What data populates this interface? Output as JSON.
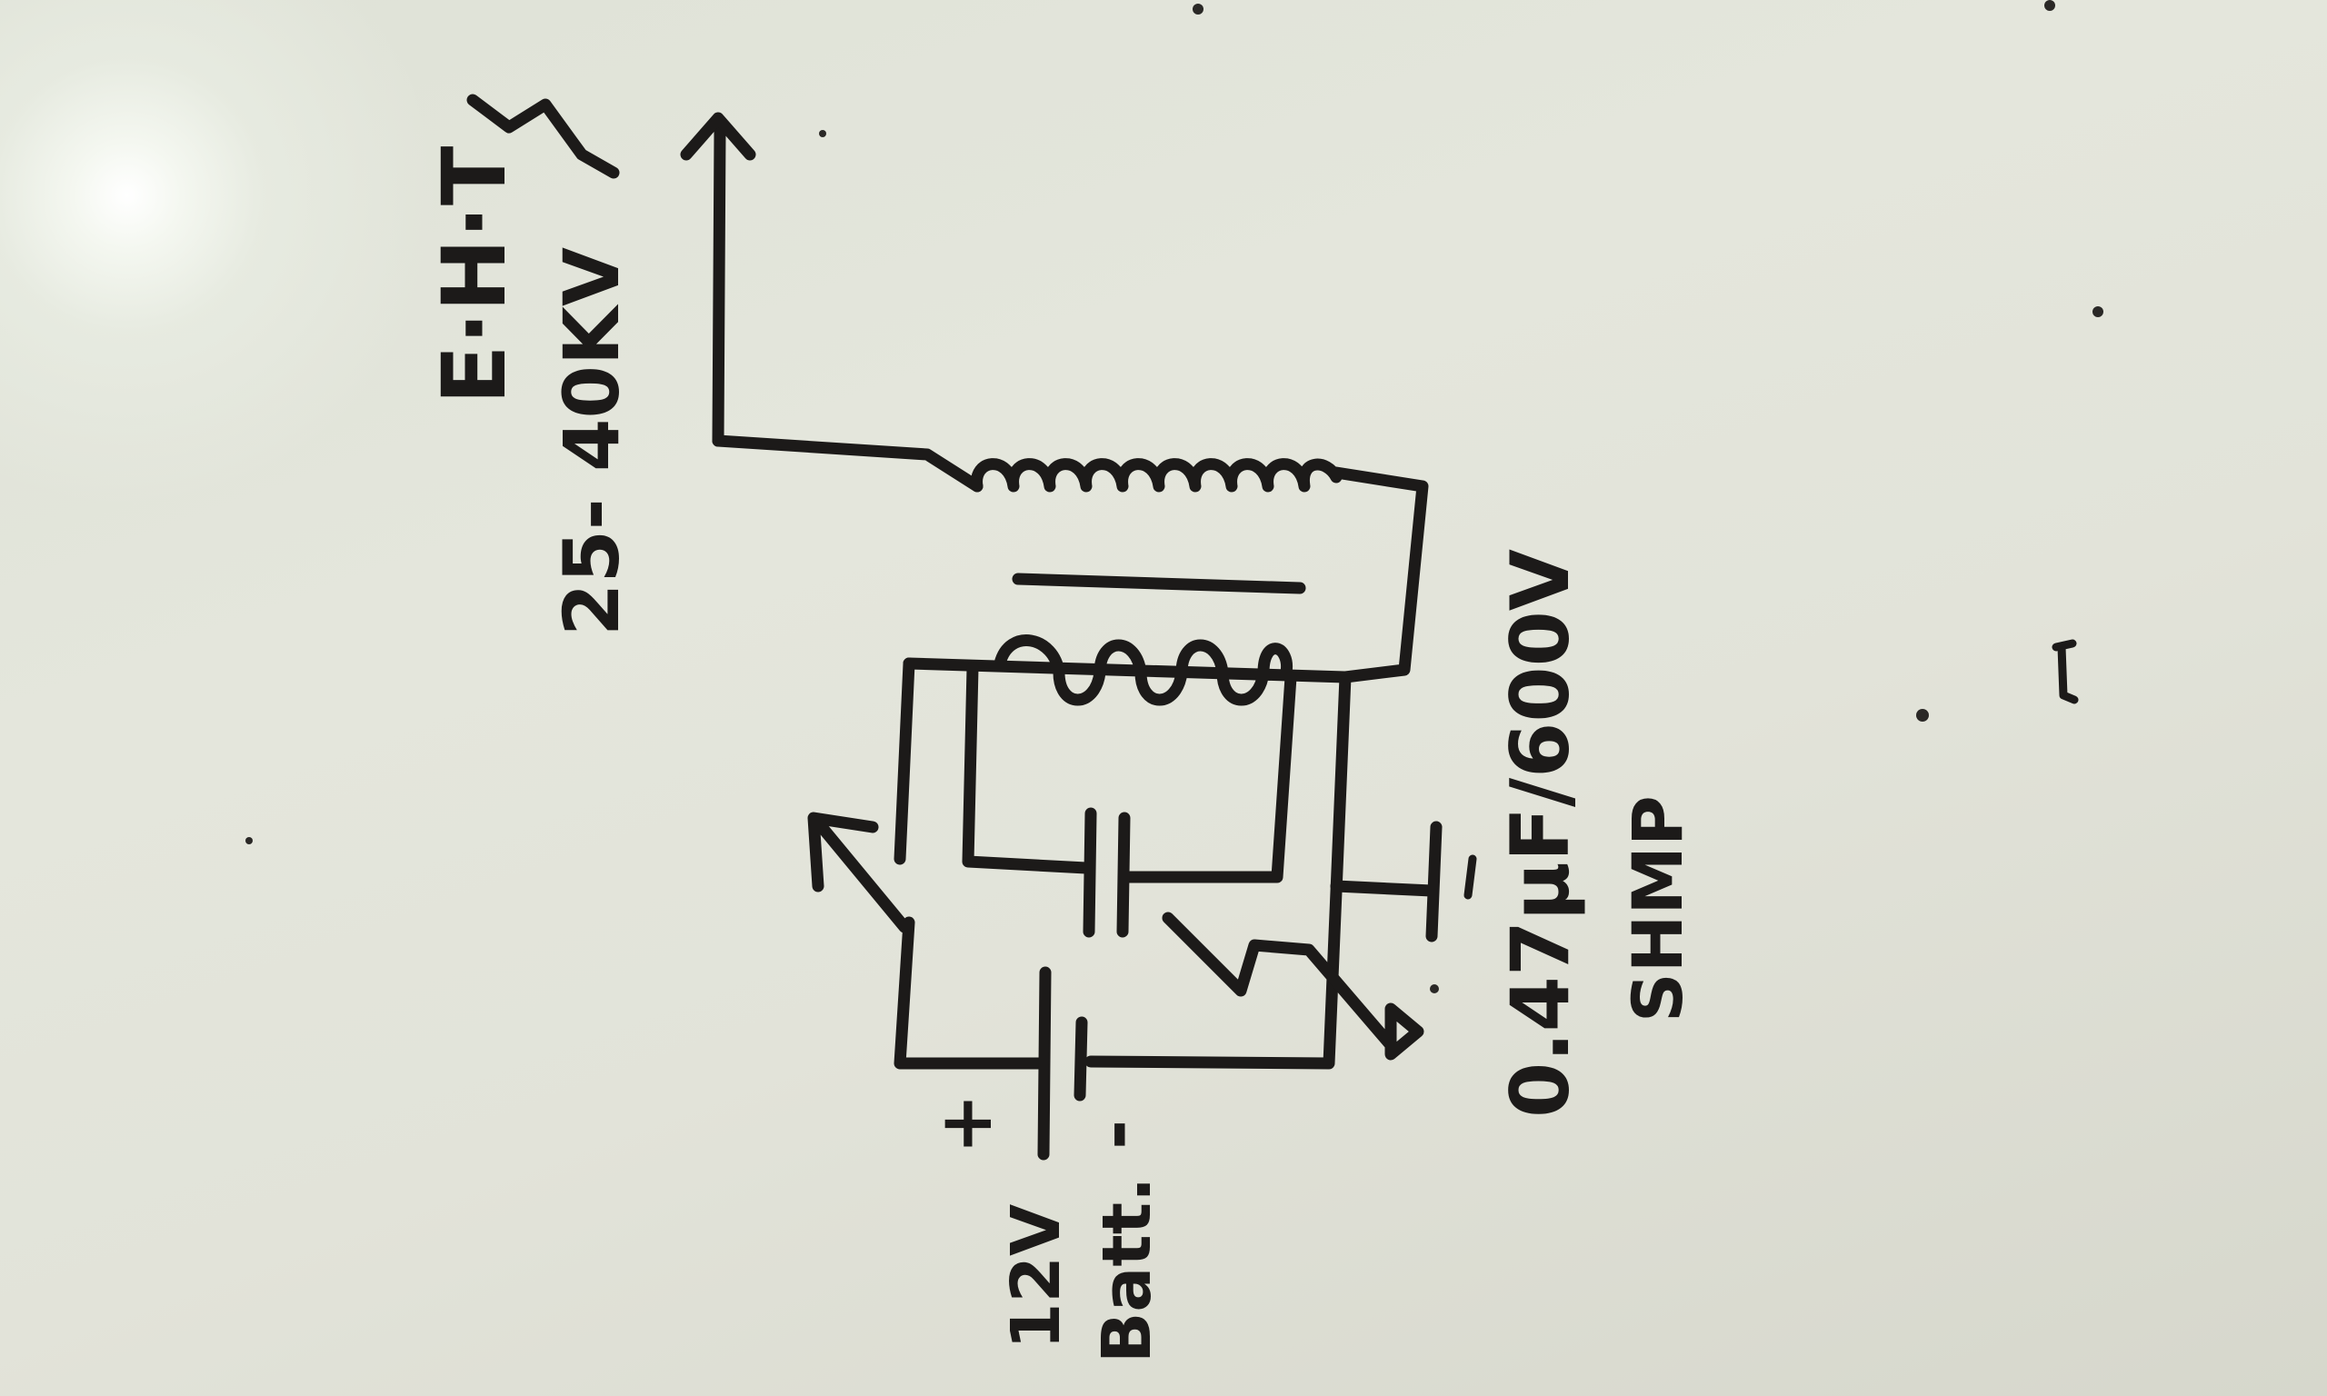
{
  "labels": {
    "eht": "E·H·T",
    "eht_range": "25- 40KV",
    "capacitor": "0.47µF/600V",
    "capacitor_type": "SHMP",
    "battery_voltage": "12V",
    "battery_name": "Batt.",
    "plus": "+",
    "minus": "-"
  }
}
